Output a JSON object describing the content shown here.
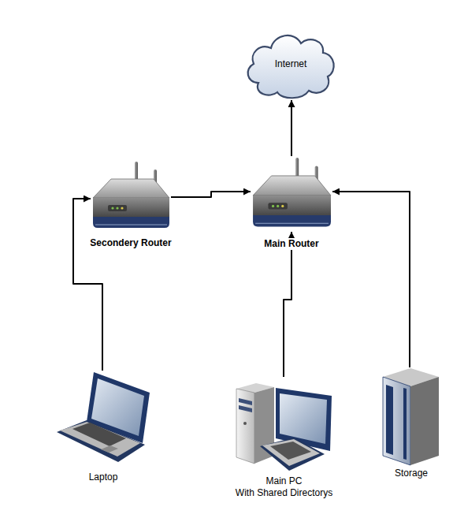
{
  "diagram": {
    "nodes": [
      {
        "text": [
          "Internet"
        ]
      },
      {
        "text": [
          "Secondery Router"
        ]
      },
      {
        "text": [
          "Main Router"
        ]
      },
      {
        "text": [
          "Laptop"
        ]
      },
      {
        "text": [
          "Main PC With Shared Directorys"
        ]
      },
      {
        "text": [
          "Storage"
        ]
      }
    ],
    "edges": [
      {
        "from": 1,
        "to": 2,
        "arrow": "to"
      },
      {
        "from": 2,
        "to": 0,
        "arrow": "to"
      },
      {
        "from": 3,
        "to": 1,
        "arrow": "to"
      },
      {
        "from": 4,
        "to": 2,
        "arrow": "to"
      },
      {
        "from": 5,
        "to": 2,
        "arrow": "to"
      }
    ]
  }
}
